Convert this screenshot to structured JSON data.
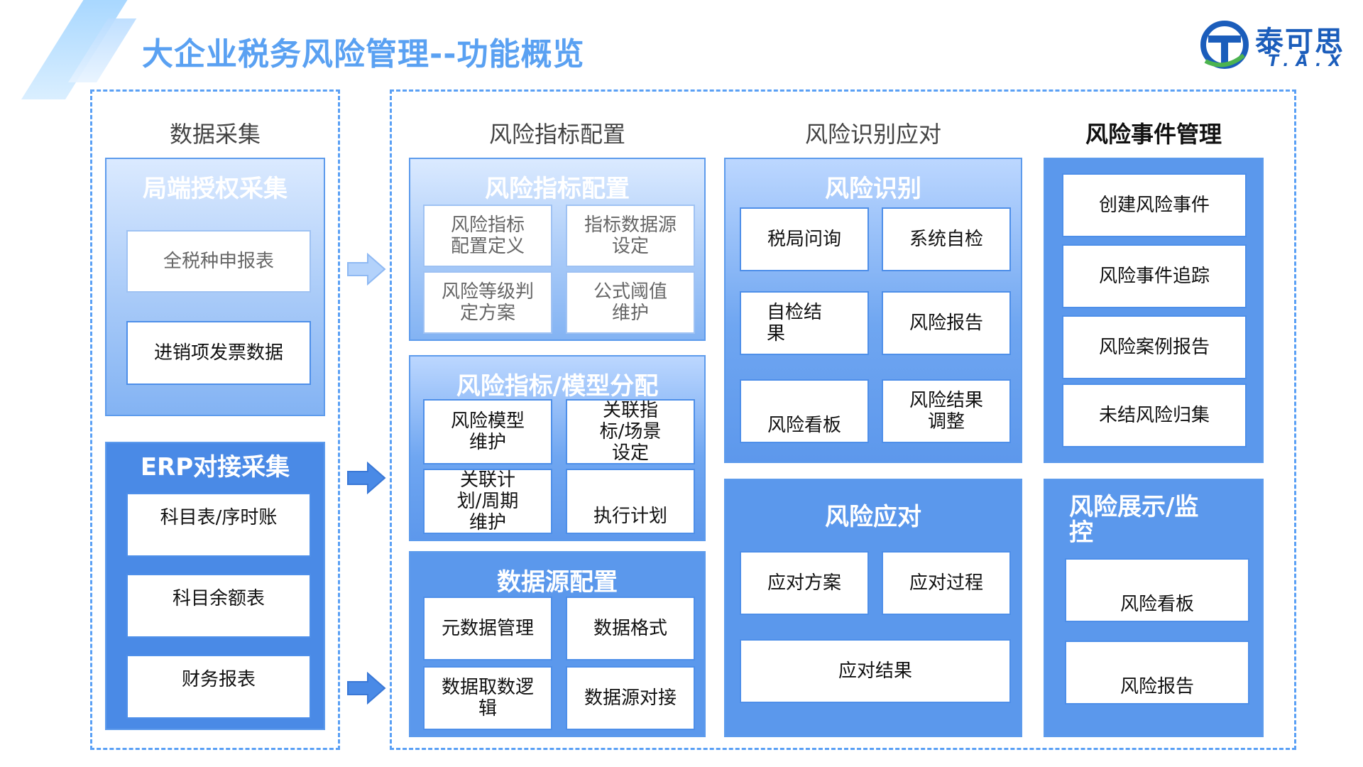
{
  "header": {
    "title": "大企业税务风险管理--功能概览",
    "logo_text": "泰可思",
    "logo_sub": "T.A.X",
    "brand_color": "#1b5dbb",
    "accent_color": "#5aa1f2"
  },
  "columns": {
    "data_collection": "数据采集",
    "indicator_config": "风险指标配置",
    "identify_respond": "风险识别应对",
    "event_mgmt": "风险事件管理"
  },
  "panels": {
    "bureau": {
      "title": "局端授权采集",
      "items": [
        "全税种申报表",
        "进销项发票数据"
      ]
    },
    "erp": {
      "title": "ERP对接采集",
      "items": [
        "科目表/序时账",
        "科目余额表",
        "财务报表"
      ]
    },
    "indicator": {
      "title": "风险指标配置",
      "items": [
        "风险指标\n配置定义",
        "指标数据源\n设定",
        "风险等级判\n定方案",
        "公式阈值\n维护"
      ]
    },
    "model": {
      "title": "风险指标/模型分配",
      "items": [
        "风险模型\n维护",
        "关联指\n标/场景\n设定",
        "关联计\n划/周期\n维护",
        "执行计划"
      ]
    },
    "datasource": {
      "title": "数据源配置",
      "items": [
        "元数据管理",
        "数据格式",
        "数据取数逻\n辑",
        "数据源对接"
      ]
    },
    "identify": {
      "title": "风险识别",
      "items": [
        "税局问询",
        "系统自检",
        "自检结\n果",
        "风险报告",
        "风险看板",
        "风险结果\n调整"
      ]
    },
    "respond": {
      "title": "风险应对",
      "items": [
        "应对方案",
        "应对过程",
        "应对结果"
      ]
    },
    "events": {
      "items": [
        "创建风险事件",
        "风险事件追踪",
        "风险案例报告",
        "未结风险归集"
      ]
    },
    "monitor": {
      "title": "风险展示/监\n控",
      "items": [
        "风险看板",
        "风险报告"
      ]
    }
  },
  "icons": [
    "logo-icon",
    "arrow-right-icon"
  ]
}
